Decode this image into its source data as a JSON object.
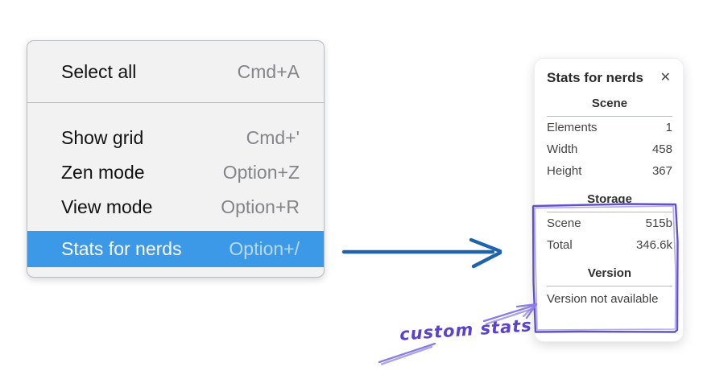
{
  "context_menu": {
    "group1": [
      {
        "label": "Select all",
        "shortcut": "Cmd+A"
      }
    ],
    "group2": [
      {
        "label": "Show grid",
        "shortcut": "Cmd+'"
      },
      {
        "label": "Zen mode",
        "shortcut": "Option+Z"
      },
      {
        "label": "View mode",
        "shortcut": "Option+R"
      },
      {
        "label": "Stats for nerds",
        "shortcut": "Option+/",
        "state": "highlighted"
      }
    ],
    "highlight_color": "#3c99e8"
  },
  "stats_panel": {
    "title": "Stats for nerds",
    "close_icon": "✕",
    "sections": [
      {
        "heading": "Scene",
        "rows": [
          {
            "label": "Elements",
            "value": "1"
          },
          {
            "label": "Width",
            "value": "458"
          },
          {
            "label": "Height",
            "value": "367"
          }
        ]
      },
      {
        "heading": "Storage",
        "rows": [
          {
            "label": "Scene",
            "value": "515b"
          },
          {
            "label": "Total",
            "value": "346.6k"
          }
        ]
      },
      {
        "heading": "Version",
        "note": "Version not available"
      }
    ]
  },
  "annotations": {
    "custom_stats_label": "custom stats",
    "pointer_arrow_color": "#1f63ad",
    "annotation_box_color": "#6152cc",
    "sketch_arrow_color": "#8a7ce6"
  }
}
